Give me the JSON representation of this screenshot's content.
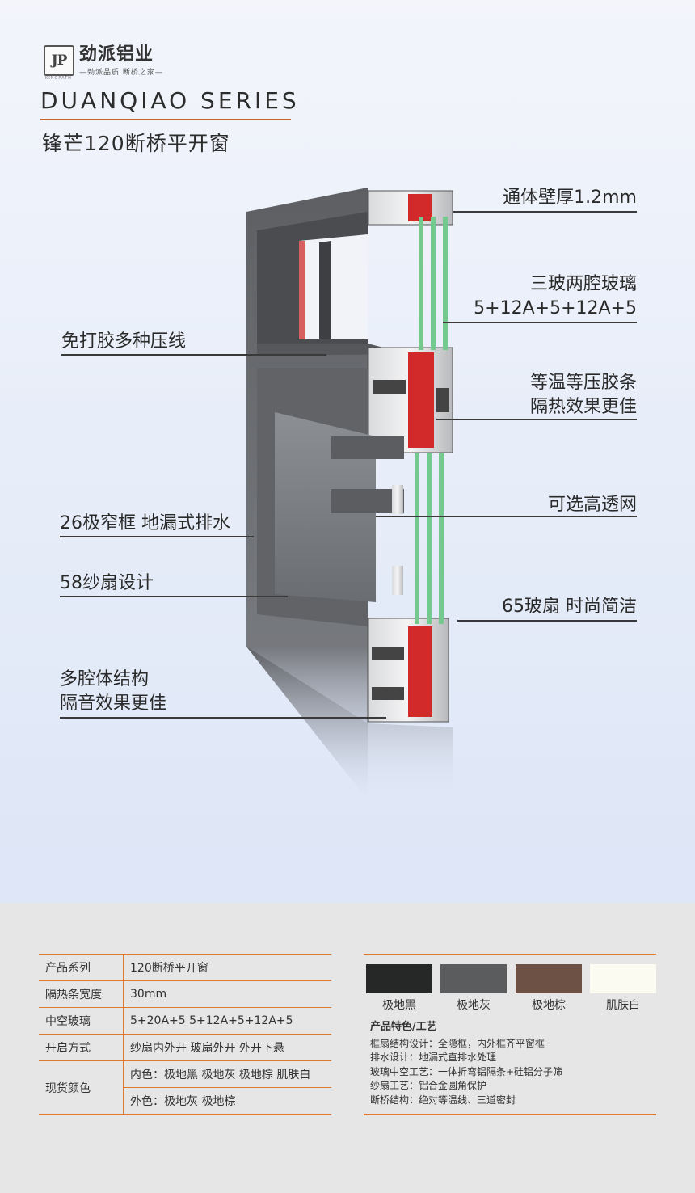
{
  "brand": {
    "mark": "JP",
    "name": "劲派铝业",
    "slogan": "—劲派品质 断桥之家—",
    "en": "KINGPATH"
  },
  "series": "DUANQIAO SERIES",
  "product_title": "锋芒120断桥平开窗",
  "callouts": {
    "wall_thickness": "通体壁厚1.2mm",
    "glass_line1": "三玻两腔玻璃",
    "glass_line2": "5+12A+5+12A+5",
    "bead": "免打胶多种压线",
    "gasket_line1": "等温等压胶条",
    "gasket_line2": "隔热效果更佳",
    "screen": "可选高透网",
    "frame": "26极窄框 地漏式排水",
    "sash_screen": "58纱扇设计",
    "sash_glass": "65玻扇 时尚简洁",
    "cavity_line1": "多腔体结构",
    "cavity_line2": "隔音效果更佳"
  },
  "specs": [
    {
      "key": "产品系列",
      "value": "120断桥平开窗"
    },
    {
      "key": "隔热条宽度",
      "value": "30mm"
    },
    {
      "key": "中空玻璃",
      "value": "5+20A+5  5+12A+5+12A+5"
    },
    {
      "key": "开启方式",
      "value": "纱扇内外开 玻扇外开 外开下悬"
    }
  ],
  "colors_row": {
    "key": "现货颜色",
    "inner": "内色：极地黑 极地灰  极地棕 肌肤白",
    "outer": "外色：极地灰  极地棕"
  },
  "swatches": [
    {
      "name": "极地黑",
      "color": "#252826"
    },
    {
      "name": "极地灰",
      "color": "#5b5c5e"
    },
    {
      "name": "极地棕",
      "color": "#6e5145"
    },
    {
      "name": "肌肤白",
      "color": "#fbfbf1"
    }
  ],
  "features": {
    "title": "产品特色/工艺",
    "items": [
      "框扇结构设计：全隐框，内外框齐平窗框",
      "排水设计：地漏式直排水处理",
      "玻璃中空工艺：一体折弯铝隔条+硅铝分子筛",
      "纱扇工艺：铝合金圆角保护",
      "断桥结构：绝对等温线、三道密封"
    ]
  },
  "accent": "#e07a2e"
}
